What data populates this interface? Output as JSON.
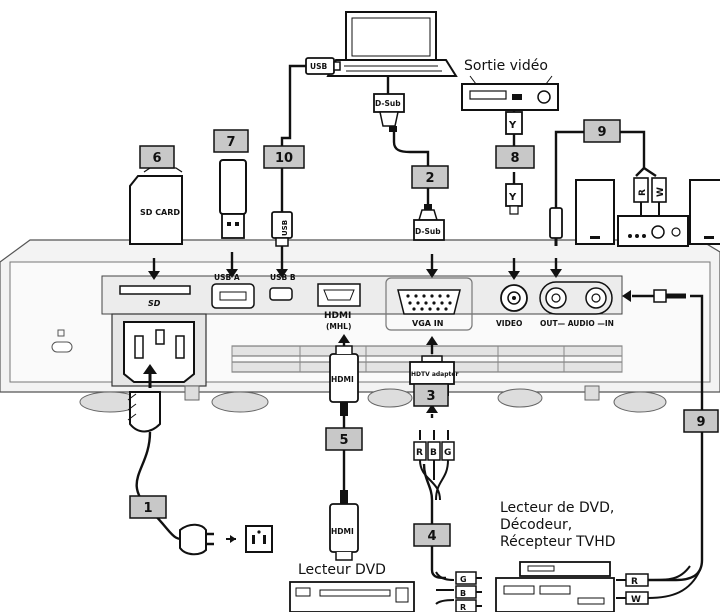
{
  "labels": {
    "sortie_video": "Sortie vidéo",
    "dvd_block_line1": "Lecteur de DVD,",
    "dvd_block_line2": "Décodeur,",
    "dvd_block_line3": "Récepteur TVHD",
    "lecteur_dvd": "Lecteur DVD"
  },
  "badges": [
    "1",
    "2",
    "3",
    "4",
    "5",
    "6",
    "7",
    "8",
    "9",
    "9",
    "10"
  ],
  "ports": {
    "usb_a": "USB A",
    "usb_b": "USB B",
    "hdmi_logo": "HDMI",
    "mhl": "(MHL)",
    "vga_in": "VGA IN",
    "video": "VIDEO",
    "audio": "OUT— AUDIO —IN"
  },
  "devices": {
    "sd_card": "SD CARD",
    "dsub_top": "D-Sub",
    "dsub_bottom": "D-Sub",
    "usb_top": "USB",
    "usb_vertical": "USB",
    "hdmi_top": "HDMI",
    "hdmi_bottom": "HDMI",
    "hdtv_adapter": "HDTV adapter",
    "rca_y_top": "Y",
    "rca_y_bottom": "Y",
    "rgb": [
      "R",
      "B",
      "G"
    ],
    "rw_top": [
      "R",
      "W"
    ],
    "rw_bottom": [
      "R",
      "W"
    ],
    "component_side": [
      "G",
      "B",
      "R"
    ]
  },
  "colors": {
    "badge_fill": "#c8c8c8",
    "line": "#111111",
    "projector_body": "#f2f2f2"
  }
}
